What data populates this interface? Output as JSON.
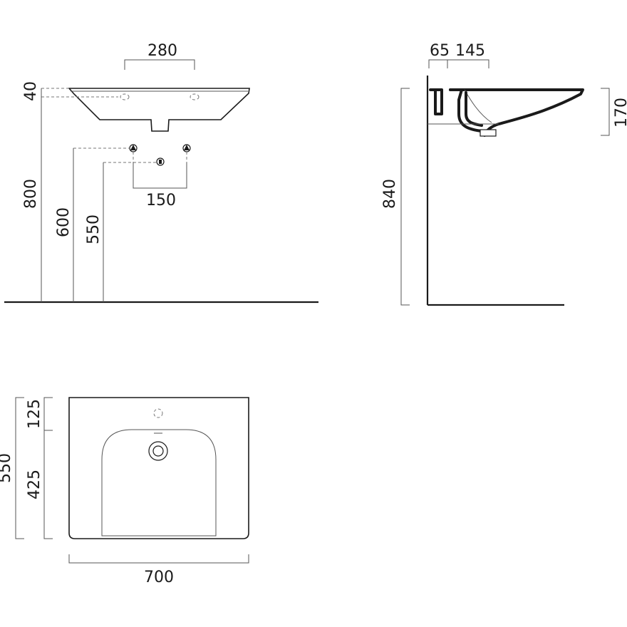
{
  "front_view": {
    "top_width": "280",
    "rim_thickness": "40",
    "rim_height": "800",
    "supply_height": "600",
    "waste_height": "550",
    "supply_spacing": "150"
  },
  "side_view": {
    "wall_offset": "65",
    "trap_offset": "145",
    "bowl_depth": "170",
    "total_height": "840"
  },
  "plan_view": {
    "back_depth": "125",
    "bowl_depth": "425",
    "total_depth": "550",
    "width": "700"
  }
}
